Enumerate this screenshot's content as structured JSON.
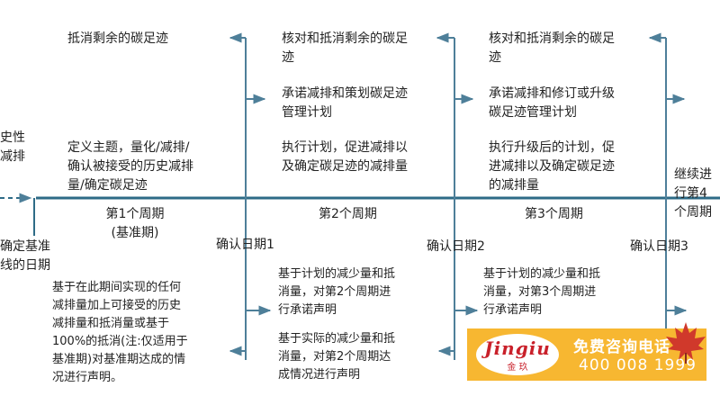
{
  "texts": {
    "left_history": "史性\n减排",
    "confirm_baseline": "确定基准\n线的日期",
    "baseline_statement": "基于在此期间实现的任何\n减排量加上可接受的历史\n减排量和抵消量或基于\n100%的抵消(注:仅适用于\n基准期)对基准期达成的情\n况进行声明。",
    "p1_offset": "抵消剩余的碳足迹",
    "p1_define": "定义主题，量化/减排/\n确认被接受的历史减排\n量/确定碳足迹",
    "p1_label": "第1个周期\n(基准期)",
    "confirm1": "确认日期1",
    "c1_planned": "基于计划的减少量和抵\n消量，对第2个周期进\n行承诺声明",
    "c1_actual": "基于实际的减少量和抵\n消量，对第2个周期达\n成情况进行声明",
    "p2_verify": "核对和抵消剩余的碳足\n迹",
    "p2_commit": "承诺减排和策划碳足迹\n管理计划",
    "p2_execute": "执行计划，促进减排以\n及确定碳足迹的减排量",
    "p2_label": "第2个周期",
    "confirm2": "确认日期2",
    "c2_planned": "基于计划的减少量和抵\n消量，对第3个周期进\n行承诺声明",
    "p3_verify": "核对和抵消剩余的碳足\n迹",
    "p3_commit": "承诺减排和修订或升级\n碳足迹管理计划",
    "p3_execute": "执行升级后的计划，促\n进减排以及确定碳足迹\n的减排量",
    "p3_label": "第3个周期",
    "confirm3": "确认日期3",
    "p4_continue": "继续进\n行第4\n个周期"
  },
  "ad": {
    "logo_main": "Jingiu",
    "logo_sub": "金 玖",
    "hotline": "免费咨询电话",
    "phone": "400 008 1999"
  },
  "colors": {
    "timeline": "#2e6b87",
    "arrow": "#4e7f99",
    "badge": "#f7b731",
    "leaf": "#d0392b"
  }
}
